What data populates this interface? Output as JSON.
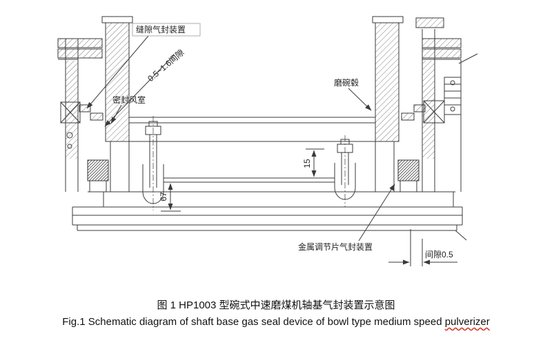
{
  "figure": {
    "callouts": {
      "slit_gas_seal": "缝隙气封装置",
      "gap_range": "0.5~1.6间隙",
      "seal_air_chamber": "密封风室",
      "bowl_hub": "磨碗毂",
      "metal_shim_gas_seal": "金属调节片气封装置",
      "clearance": "间隙0.5"
    },
    "dimensions": {
      "dim_15": "15",
      "dim_67": "67"
    },
    "caption_cn": "图 1 HP1003 型碗式中速磨煤机轴基气封装置示意图",
    "caption_en_prefix": "Fig.1 Schematic diagram of shaft base gas seal device of bowl type medium speed ",
    "caption_en_flagged": "pulverizer"
  },
  "colors": {
    "line": "#3a3a3a",
    "background": "#ffffff",
    "spellcheck_underline": "#d03020"
  }
}
